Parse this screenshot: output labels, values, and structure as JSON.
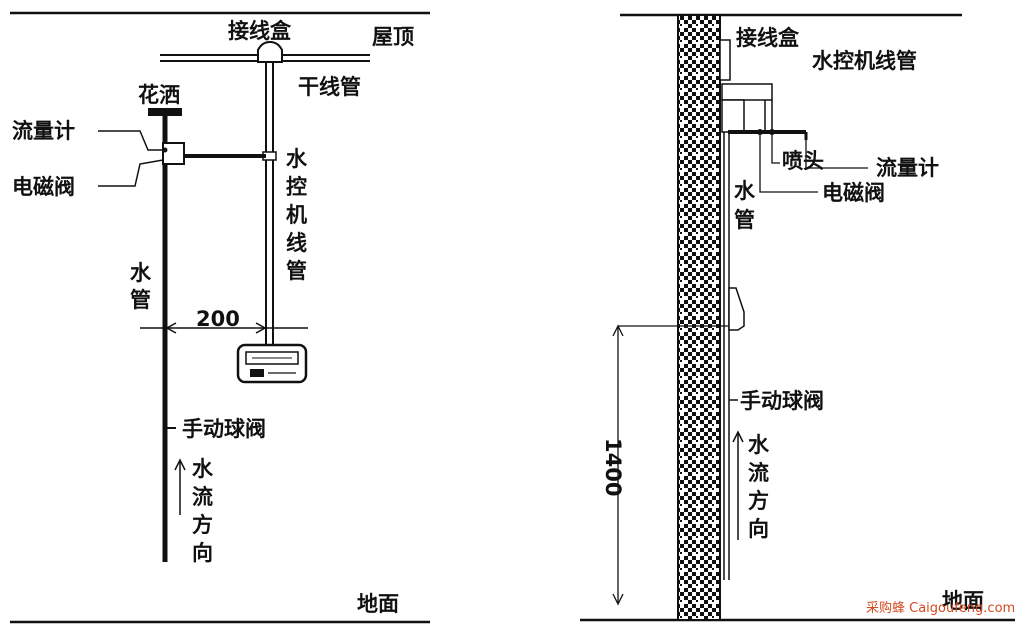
{
  "left_diagram": {
    "roof": "屋顶",
    "junction_box": "接线盒",
    "trunk_conduit": "干线管",
    "shower": "花洒",
    "flow_meter": "流量计",
    "solenoid_valve": "电磁阀",
    "controller_conduit": [
      "水",
      "控",
      "机",
      "线",
      "管"
    ],
    "water_pipe": [
      "水",
      "管"
    ],
    "spacing_dimension": "200",
    "manual_ball_valve": "手动球阀",
    "flow_direction": [
      "水",
      "流",
      "方",
      "向"
    ],
    "floor": "地面"
  },
  "right_diagram": {
    "junction_box": "接线盒",
    "controller_conduit": "水控机线管",
    "nozzle": "喷头",
    "flow_meter": "流量计",
    "solenoid_valve": "电磁阀",
    "water_pipe": [
      "水",
      "管"
    ],
    "height_dimension": "1400",
    "manual_ball_valve": "手动球阀",
    "flow_direction": [
      "水",
      "流",
      "方",
      "向"
    ],
    "floor": "地面"
  },
  "watermark": "采购蜂 Caigoufeng.com",
  "colors": {
    "line": "#111111",
    "watermark": "#d24a1f",
    "background": "#ffffff"
  }
}
